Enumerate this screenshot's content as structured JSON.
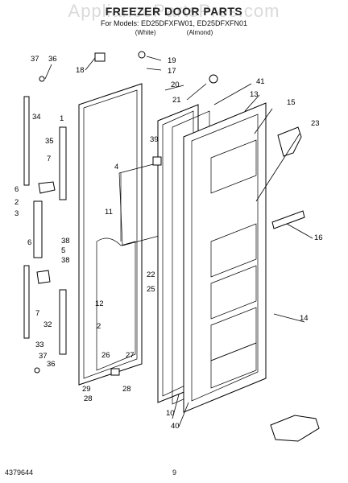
{
  "header": {
    "watermark": "AppliancePartsPros.com",
    "title": "FREEZER DOOR PARTS",
    "models": "For Models: ED25DFXFW01, ED25DFXFN01",
    "colors": [
      "(White)",
      "(Almond)"
    ]
  },
  "footer": {
    "doc_number": "4379644",
    "page_number": "9"
  },
  "callouts": [
    {
      "id": "c37a",
      "text": "37"
    },
    {
      "id": "c36a",
      "text": "36"
    },
    {
      "id": "c18",
      "text": "18"
    },
    {
      "id": "c19",
      "text": "19"
    },
    {
      "id": "c17",
      "text": "17"
    },
    {
      "id": "c20",
      "text": "20"
    },
    {
      "id": "c21",
      "text": "21"
    },
    {
      "id": "c41",
      "text": "41"
    },
    {
      "id": "c13",
      "text": "13"
    },
    {
      "id": "c15",
      "text": "15"
    },
    {
      "id": "c23",
      "text": "23"
    },
    {
      "id": "c34",
      "text": "34"
    },
    {
      "id": "c1",
      "text": "1"
    },
    {
      "id": "c39",
      "text": "39"
    },
    {
      "id": "c35",
      "text": "35"
    },
    {
      "id": "c7a",
      "text": "7"
    },
    {
      "id": "c4",
      "text": "4"
    },
    {
      "id": "c6a",
      "text": "6"
    },
    {
      "id": "c2a",
      "text": "2"
    },
    {
      "id": "c3",
      "text": "3"
    },
    {
      "id": "c11",
      "text": "11"
    },
    {
      "id": "c38a",
      "text": "38"
    },
    {
      "id": "c16",
      "text": "16"
    },
    {
      "id": "c6b",
      "text": "6"
    },
    {
      "id": "c5",
      "text": "5"
    },
    {
      "id": "c38b",
      "text": "38"
    },
    {
      "id": "c22",
      "text": "22"
    },
    {
      "id": "c25",
      "text": "25"
    },
    {
      "id": "c12",
      "text": "12"
    },
    {
      "id": "c7b",
      "text": "7"
    },
    {
      "id": "c32",
      "text": "32"
    },
    {
      "id": "c2b",
      "text": "2"
    },
    {
      "id": "c14",
      "text": "14"
    },
    {
      "id": "c33",
      "text": "33"
    },
    {
      "id": "c37b",
      "text": "37"
    },
    {
      "id": "c36b",
      "text": "36"
    },
    {
      "id": "c26",
      "text": "26"
    },
    {
      "id": "c27",
      "text": "27"
    },
    {
      "id": "c29",
      "text": "29"
    },
    {
      "id": "c28a",
      "text": "28"
    },
    {
      "id": "c28b",
      "text": "28"
    },
    {
      "id": "c10",
      "text": "10"
    },
    {
      "id": "c40",
      "text": "40"
    }
  ]
}
